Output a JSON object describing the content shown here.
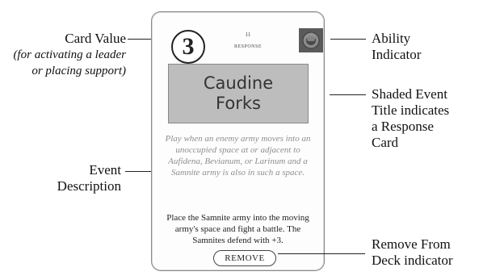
{
  "callouts": {
    "card_value": {
      "title": "Card Value",
      "note": "(for activating a leader or placing support)"
    },
    "ability": {
      "line1": "Ability",
      "line2": "Indicator"
    },
    "shaded_title": {
      "line1": "Shaded Event",
      "line2": "Title indicates",
      "line3": "a Response",
      "line4": "Card"
    },
    "event_desc": {
      "line1": "Event",
      "line2": "Description"
    },
    "remove": {
      "line1": "Remove From",
      "line2": "Deck indicator"
    }
  },
  "card": {
    "value": "3",
    "event_number": "11",
    "event_type": "RESPONSE",
    "ability_icon": "ability-emblem-icon",
    "title_line1": "Caudine",
    "title_line2": "Forks",
    "description": "Play when an enemy army moves into an unoccupied space at or adjacent to Aufidena, Bevianum, or Larinum and a Samnite army is also in such a space.",
    "effect": "Place the Samnite army into the moving army's space and fight a battle. The Samnites defend with +3.",
    "remove_label": "REMOVE"
  },
  "colors": {
    "title_shade": "#bdbdbd",
    "description_text": "#8e8e8e",
    "card_border": "#8a8a8a"
  }
}
